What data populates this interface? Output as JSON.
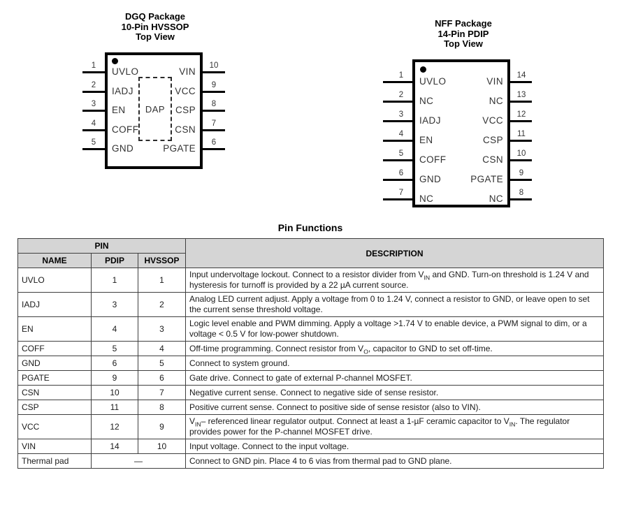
{
  "packages": [
    {
      "id": "dgq",
      "title_lines": [
        "DGQ Package",
        "10-Pin HVSSOP",
        "Top View"
      ],
      "center_label": "DAP",
      "left_pins": [
        {
          "num": "1",
          "label": "UVLO"
        },
        {
          "num": "2",
          "label": "IADJ"
        },
        {
          "num": "3",
          "label": "EN"
        },
        {
          "num": "4",
          "label": "COFF"
        },
        {
          "num": "5",
          "label": "GND"
        }
      ],
      "right_pins": [
        {
          "num": "10",
          "label": "VIN"
        },
        {
          "num": "9",
          "label": "VCC"
        },
        {
          "num": "8",
          "label": "CSP"
        },
        {
          "num": "7",
          "label": "CSN"
        },
        {
          "num": "6",
          "label": "PGATE"
        }
      ]
    },
    {
      "id": "nff",
      "title_lines": [
        "NFF Package",
        "14-Pin PDIP",
        "Top View"
      ],
      "center_label": "",
      "left_pins": [
        {
          "num": "1",
          "label": "UVLO"
        },
        {
          "num": "2",
          "label": "NC"
        },
        {
          "num": "3",
          "label": "IADJ"
        },
        {
          "num": "4",
          "label": "EN"
        },
        {
          "num": "5",
          "label": "COFF"
        },
        {
          "num": "6",
          "label": "GND"
        },
        {
          "num": "7",
          "label": "NC"
        }
      ],
      "right_pins": [
        {
          "num": "14",
          "label": "VIN"
        },
        {
          "num": "13",
          "label": "NC"
        },
        {
          "num": "12",
          "label": "VCC"
        },
        {
          "num": "11",
          "label": "CSP"
        },
        {
          "num": "10",
          "label": "CSN"
        },
        {
          "num": "9",
          "label": "PGATE"
        },
        {
          "num": "8",
          "label": "NC"
        }
      ]
    }
  ],
  "pin_table": {
    "title": "Pin Functions",
    "header": {
      "pin_group": "PIN",
      "name": "NAME",
      "pdip": "PDIP",
      "hvssop": "HVSSOP",
      "description": "DESCRIPTION"
    },
    "rows": [
      {
        "name": "UVLO",
        "pdip": "1",
        "hvssop": "1",
        "description": "Input undervoltage lockout. Connect to a resistor divider from V~IN~ and GND. Turn-on threshold is 1.24 V and hysteresis for turnoff is provided by a 22 µA current source."
      },
      {
        "name": "IADJ",
        "pdip": "3",
        "hvssop": "2",
        "description": "Analog LED current adjust. Apply a voltage from 0 to 1.24 V, connect a resistor to GND, or leave open to set the current sense threshold voltage."
      },
      {
        "name": "EN",
        "pdip": "4",
        "hvssop": "3",
        "description": "Logic level enable and PWM dimming. Apply a voltage >1.74 V to enable device, a PWM signal to dim, or a voltage < 0.5 V for low-power shutdown."
      },
      {
        "name": "COFF",
        "pdip": "5",
        "hvssop": "4",
        "description": "Off-time programming. Connect resistor from V~O~, capacitor to GND to set off-time."
      },
      {
        "name": "GND",
        "pdip": "6",
        "hvssop": "5",
        "description": "Connect to system ground."
      },
      {
        "name": "PGATE",
        "pdip": "9",
        "hvssop": "6",
        "description": "Gate drive. Connect to gate of external P-channel MOSFET."
      },
      {
        "name": "CSN",
        "pdip": "10",
        "hvssop": "7",
        "description": "Negative current sense. Connect to negative side of sense resistor."
      },
      {
        "name": "CSP",
        "pdip": "11",
        "hvssop": "8",
        "description": "Positive current sense. Connect to positive side of sense resistor (also to VIN)."
      },
      {
        "name": "VCC",
        "pdip": "12",
        "hvssop": "9",
        "description": "V~IN~– referenced linear regulator output. Connect at least a 1-µF ceramic capacitor to V~IN~. The regulator provides power for the P-channel MOSFET drive."
      },
      {
        "name": "VIN",
        "pdip": "14",
        "hvssop": "10",
        "description": "Input voltage. Connect to the input voltage."
      },
      {
        "name": "Thermal pad",
        "pdip_hvssop": "—",
        "description": "Connect to GND pin. Place 4 to 6 vias from thermal pad to GND plane."
      }
    ]
  }
}
